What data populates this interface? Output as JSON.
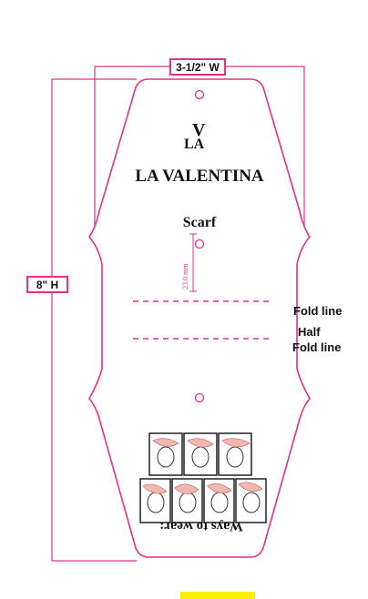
{
  "colors": {
    "outline": "#e6308a",
    "text": "#111111",
    "highlight": "#ffee00"
  },
  "dimensions": {
    "width_label": "3-1/2\" W",
    "height_label": "8\" H",
    "hole_spacing_label": "23.0 mm"
  },
  "tag": {
    "monogram_top": "V",
    "monogram_bottom": "LA",
    "brand": "LA VALENTINA",
    "product": "Scarf",
    "back_heading": "Ways to wear:"
  },
  "annotations": {
    "fold_line": "Fold line",
    "half": "Half",
    "half_fold_line": "Fold line"
  },
  "icons": {
    "illustration": "scarf-ways-to-wear-illustration"
  }
}
